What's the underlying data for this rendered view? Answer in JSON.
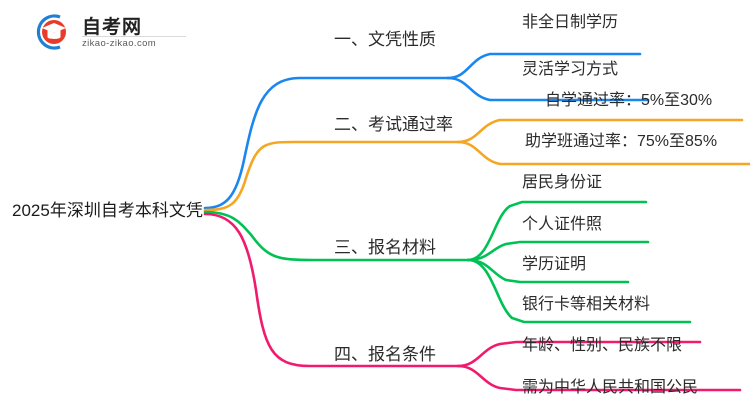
{
  "logo": {
    "icon": "graduation-cap-circle-logo",
    "name_cn": "自考网",
    "domain": "zikao-zikao.com"
  },
  "mindmap": {
    "root": {
      "label": "2025年深圳自考本科文凭"
    },
    "branches": [
      {
        "label": "一、文凭性质",
        "color": "#1a86f0",
        "children": [
          {
            "label": "非全日制学历"
          },
          {
            "label": "灵活学习方式"
          }
        ]
      },
      {
        "label": "二、考试通过率",
        "color": "#f5a623",
        "children": [
          {
            "label": "自学通过率：5%至30%"
          },
          {
            "label": "助学班通过率：75%至85%"
          }
        ]
      },
      {
        "label": "三、报名材料",
        "color": "#00c254",
        "children": [
          {
            "label": "居民身份证"
          },
          {
            "label": "个人证件照"
          },
          {
            "label": "学历证明"
          },
          {
            "label": "银行卡等相关材料"
          }
        ]
      },
      {
        "label": "四、报名条件",
        "color": "#f01a6e",
        "children": [
          {
            "label": "年龄、性别、民族不限"
          },
          {
            "label": "需为中华人民共和国公民"
          }
        ]
      }
    ]
  }
}
